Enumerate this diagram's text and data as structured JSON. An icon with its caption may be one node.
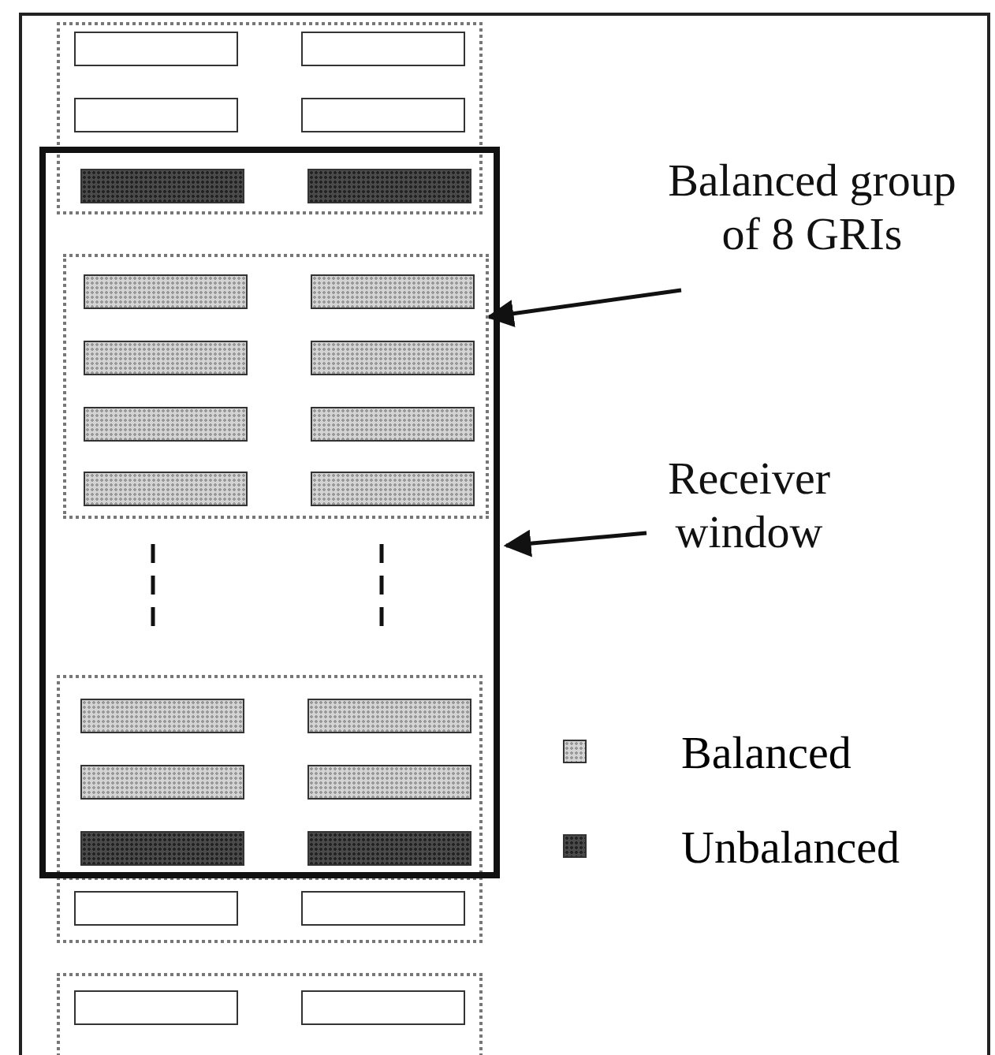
{
  "diagram": {
    "nodes": [
      {
        "text": [],
        "shape": "box"
      },
      {
        "text": [],
        "shape": "box",
        "in": 0
      },
      {
        "text": [
          "Balanced group of 8 GRIs"
        ]
      },
      {
        "text": [
          "Receiver window"
        ]
      },
      {
        "text": [],
        "shape": "bar",
        "in": 1
      },
      {
        "text": [],
        "shape": "bar",
        "in": 1
      },
      {
        "text": [],
        "shape": "bar",
        "in": 1
      },
      {
        "text": [],
        "shape": "bar",
        "in": 1
      },
      {
        "text": [],
        "shape": "bar",
        "in": 1
      },
      {
        "text": [],
        "shape": "bar",
        "in": 1
      },
      {
        "text": [],
        "shape": "bar",
        "in": 1
      },
      {
        "text": [],
        "shape": "bar",
        "in": 1
      },
      {
        "text": [],
        "shape": "bar"
      },
      {
        "text": [],
        "shape": "bar"
      },
      {
        "text": [],
        "shape": "bar"
      },
      {
        "text": [],
        "shape": "bar"
      },
      {
        "text": [],
        "shape": "bar",
        "in": 0
      },
      {
        "text": [],
        "shape": "bar",
        "in": 0
      },
      {
        "text": [],
        "shape": "bar",
        "in": 0
      },
      {
        "text": [],
        "shape": "bar",
        "in": 0
      },
      {
        "text": [],
        "shape": "bar",
        "in": 0
      },
      {
        "text": [],
        "shape": "bar",
        "in": 0
      },
      {
        "text": [],
        "shape": "bar",
        "in": 0
      },
      {
        "text": [],
        "shape": "bar",
        "in": 0
      },
      {
        "text": [],
        "shape": "bar"
      },
      {
        "text": [],
        "shape": "bar"
      },
      {
        "text": [],
        "shape": "bar"
      },
      {
        "text": [],
        "shape": "bar"
      }
    ],
    "edges": [
      {
        "from": 2,
        "to": 1,
        "arrow": "to"
      },
      {
        "from": 3,
        "to": 0,
        "arrow": "to"
      }
    ],
    "legend": [
      {
        "text": "Balanced",
        "color": "#d4d4d4"
      },
      {
        "text": "Unbalanced",
        "color": "#4a4a4a"
      }
    ]
  }
}
